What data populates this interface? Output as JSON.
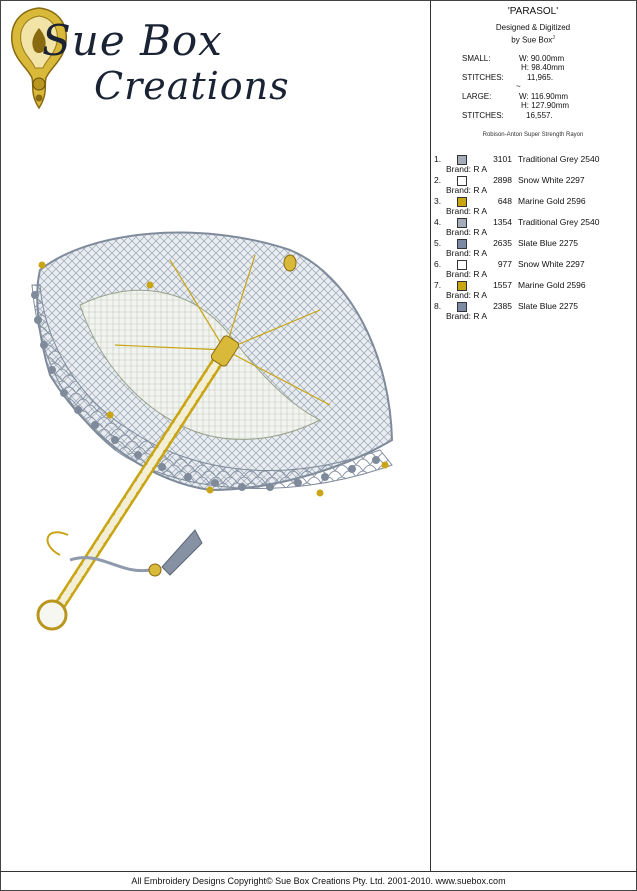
{
  "logo": {
    "line1": "Sue Box",
    "line2": "Creations"
  },
  "info": {
    "title": "'PARASOL'",
    "designed": "Designed & Digitized",
    "by": "by Sue Box",
    "by_mark": "J",
    "small_label": "SMALL:",
    "small_w": "W:   90.00mm",
    "small_h": "H:   98.40mm",
    "small_stitches_label": "STITCHES:",
    "small_stitches": "11,965.",
    "tilde": "~",
    "large_label": "LARGE:",
    "large_w": "W:   116.90mm",
    "large_h": "H:   127.90mm",
    "large_stitches_label": "STITCHES:",
    "large_stitches": "16,557.",
    "thread_brand": "Robison-Anton Super Strength Rayon"
  },
  "colors": [
    {
      "num": "1.",
      "code": "3101",
      "name": "Traditional Grey 2540",
      "brand": "Brand: R A",
      "swatch": "#a4acb8"
    },
    {
      "num": "2.",
      "code": "2898",
      "name": "Snow White 2297",
      "brand": "Brand: R A",
      "swatch": "#ffffff"
    },
    {
      "num": "3.",
      "code": "648",
      "name": "Marine Gold 2596",
      "brand": "Brand: R A",
      "swatch": "#c9a514"
    },
    {
      "num": "4.",
      "code": "1354",
      "name": "Traditional Grey 2540",
      "brand": "Brand: R A",
      "swatch": "#a4acb8"
    },
    {
      "num": "5.",
      "code": "2635",
      "name": "Slate Blue 2275",
      "brand": "Brand: R A",
      "swatch": "#7d8aa6"
    },
    {
      "num": "6.",
      "code": "977",
      "name": "Snow White 2297",
      "brand": "Brand: R A",
      "swatch": "#ffffff"
    },
    {
      "num": "7.",
      "code": "1557",
      "name": "Marine Gold 2596",
      "brand": "Brand: R A",
      "swatch": "#c9a514"
    },
    {
      "num": "8.",
      "code": "2385",
      "name": "Slate Blue 2275",
      "brand": "Brand: R A",
      "swatch": "#7d8aa6"
    }
  ],
  "footer": "All Embroidery Designs Copyright© Sue Box Creations Pty. Ltd. 2001-2010. www.suebox.com"
}
